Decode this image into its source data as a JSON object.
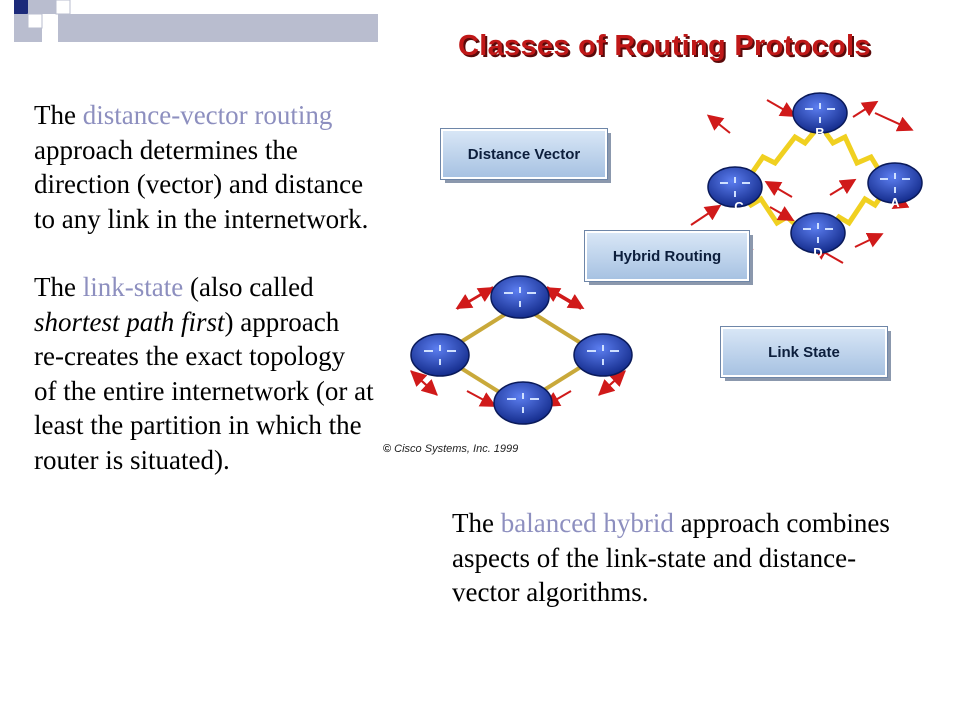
{
  "left_text": {
    "p1": {
      "prefix": "The ",
      "highlight": "distance-vector routing",
      "rest": " approach determines the direction (vector) and distance to any link in the internetwork."
    },
    "p2": {
      "prefix": "The ",
      "highlight": "link-state",
      "middle": " (also called ",
      "italic": "shortest path first",
      "rest": ") approach re-creates the exact topology of the entire internetwork (or at least the partition in which the router is situated)."
    }
  },
  "right_text": {
    "prefix": "The ",
    "highlight": "balanced hybrid",
    "rest": " approach combines aspects of the link-state and distance-vector algorithms."
  },
  "figure": {
    "title": "Classes of Routing Protocols",
    "buttons": {
      "distance_vector": "Distance Vector",
      "hybrid_routing": "Hybrid Routing",
      "link_state": "Link State"
    },
    "router_labels": [
      "B",
      "C",
      "A",
      "D"
    ],
    "copyright": "Cisco Systems, Inc. 1999"
  },
  "colors": {
    "highlight": "#8d8fbf",
    "title": "#c01818",
    "router": "#1f3fb8",
    "arrow": "#d01a1a",
    "link_yellow": "#f0d020",
    "corner_navy": "#1c2a7a",
    "corner_gray": "#b9bdcf"
  }
}
